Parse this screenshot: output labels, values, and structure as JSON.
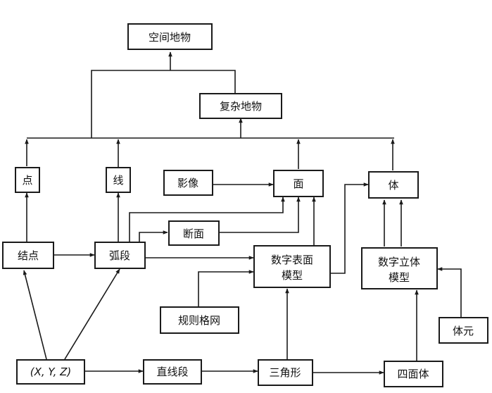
{
  "nodes": {
    "spatial_feature": "空间地物",
    "complex_feature": "复杂地物",
    "point": "点",
    "line": "线",
    "image": "影像",
    "surface": "面",
    "volume": "体",
    "section": "断面",
    "node": "结点",
    "arc": "弧段",
    "dsm_line1": "数字表面",
    "dsm_line2": "模型",
    "dvm_line1": "数字立体",
    "dvm_line2": "模型",
    "regular_grid": "规则格网",
    "voxel": "体元",
    "xyz": "(X, Y, Z)",
    "line_segment": "直线段",
    "triangle": "三角形",
    "tetrahedron": "四面体"
  },
  "colors": {
    "stroke": "#1a1a1a",
    "fill": "#ffffff"
  }
}
